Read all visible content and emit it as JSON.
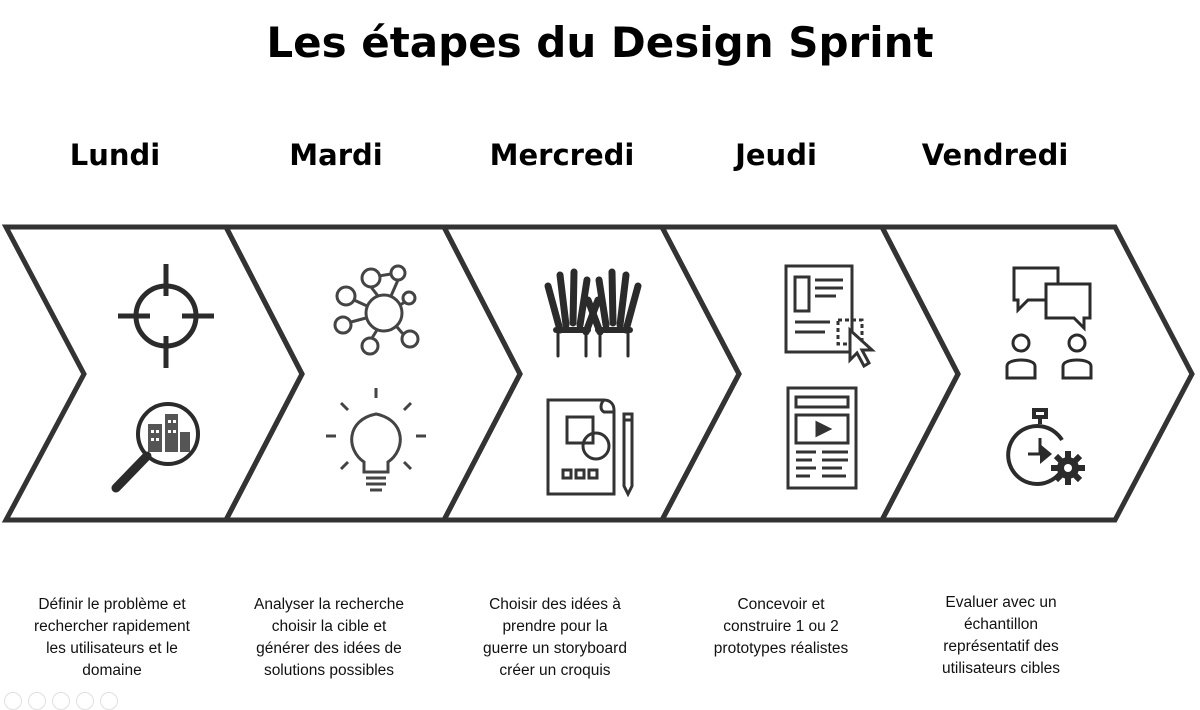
{
  "title": "Les étapes du Design Sprint",
  "steps": [
    {
      "day": "Lundi",
      "icons": [
        "target-icon",
        "city-magnifier-icon"
      ],
      "lines": [
        "Définir le problème et",
        "rechercher rapidement",
        "les utilisateurs et le",
        "domaine"
      ]
    },
    {
      "day": "Mardi",
      "icons": [
        "network-nodes-icon",
        "lightbulb-icon"
      ],
      "lines": [
        "Analyser la recherche",
        "choisir la cible et",
        "générer des idées de",
        "solutions possibles"
      ]
    },
    {
      "day": "Mercredi",
      "icons": [
        "raised-hands-icon",
        "storyboard-sketch-icon"
      ],
      "lines": [
        "Choisir des idées à",
        "prendre pour la",
        "guerre un storyboard",
        "créer un croquis"
      ]
    },
    {
      "day": "Jeudi",
      "icons": [
        "wireframe-cursor-icon",
        "prototype-page-icon"
      ],
      "lines": [
        "Concevoir et",
        "construire 1 ou 2",
        "prototypes réalistes"
      ]
    },
    {
      "day": "Vendredi",
      "icons": [
        "users-chat-icon",
        "stopwatch-gear-icon"
      ],
      "lines": [
        "Evaluer avec un",
        "échantillon",
        "représentatif des",
        "utilisateurs cibles"
      ]
    }
  ],
  "colors": {
    "arrow_stroke": "#333333",
    "icon_dark": "#2b2b2b",
    "icon_mid": "#555555"
  }
}
